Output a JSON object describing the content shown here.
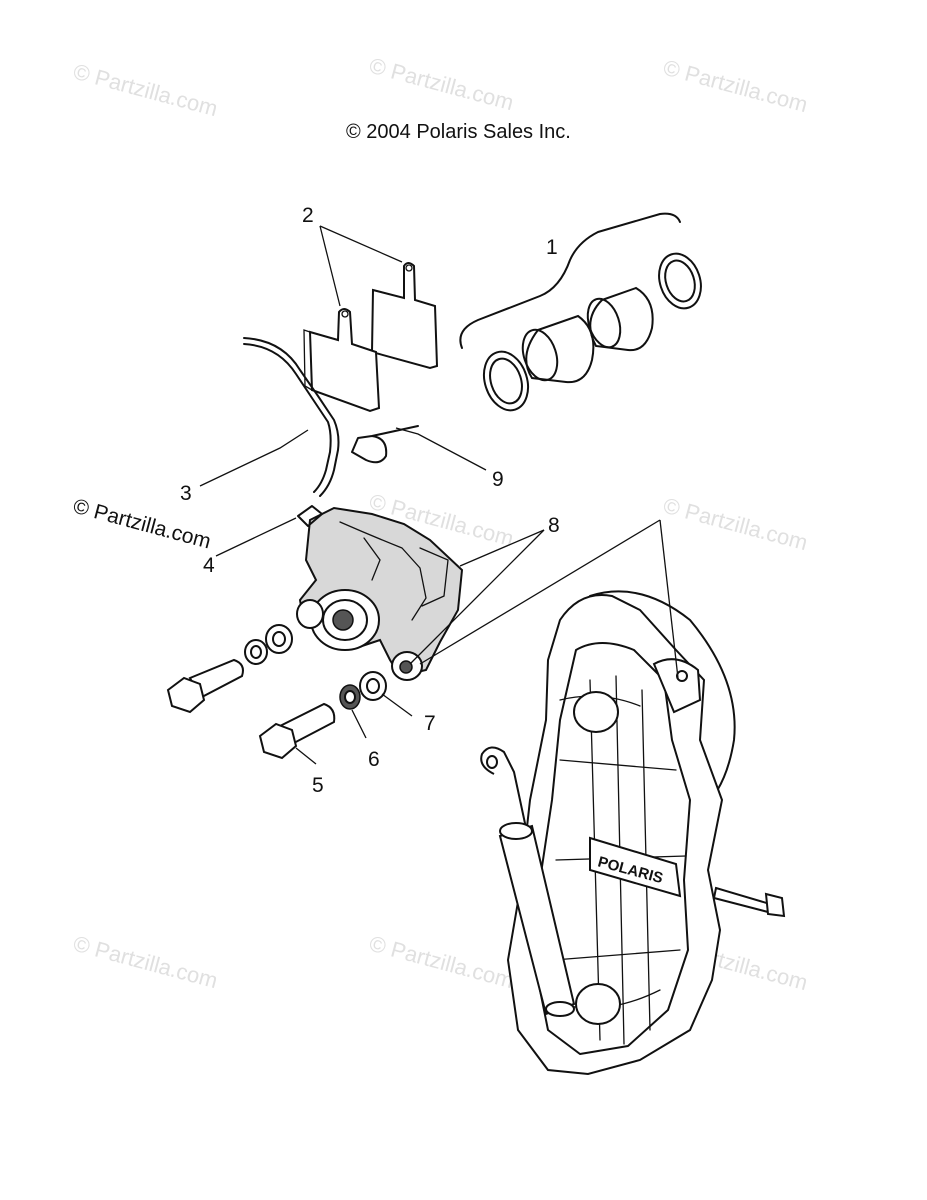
{
  "copyright": "© 2004 Polaris Sales Inc.",
  "watermark": "© Partzilla.com",
  "logo_text": "POLARIS",
  "callouts": {
    "c1": "1",
    "c2": "2",
    "c3": "3",
    "c4": "4",
    "c5": "5",
    "c6": "6",
    "c7": "7",
    "c8": "8",
    "c9": "9"
  }
}
